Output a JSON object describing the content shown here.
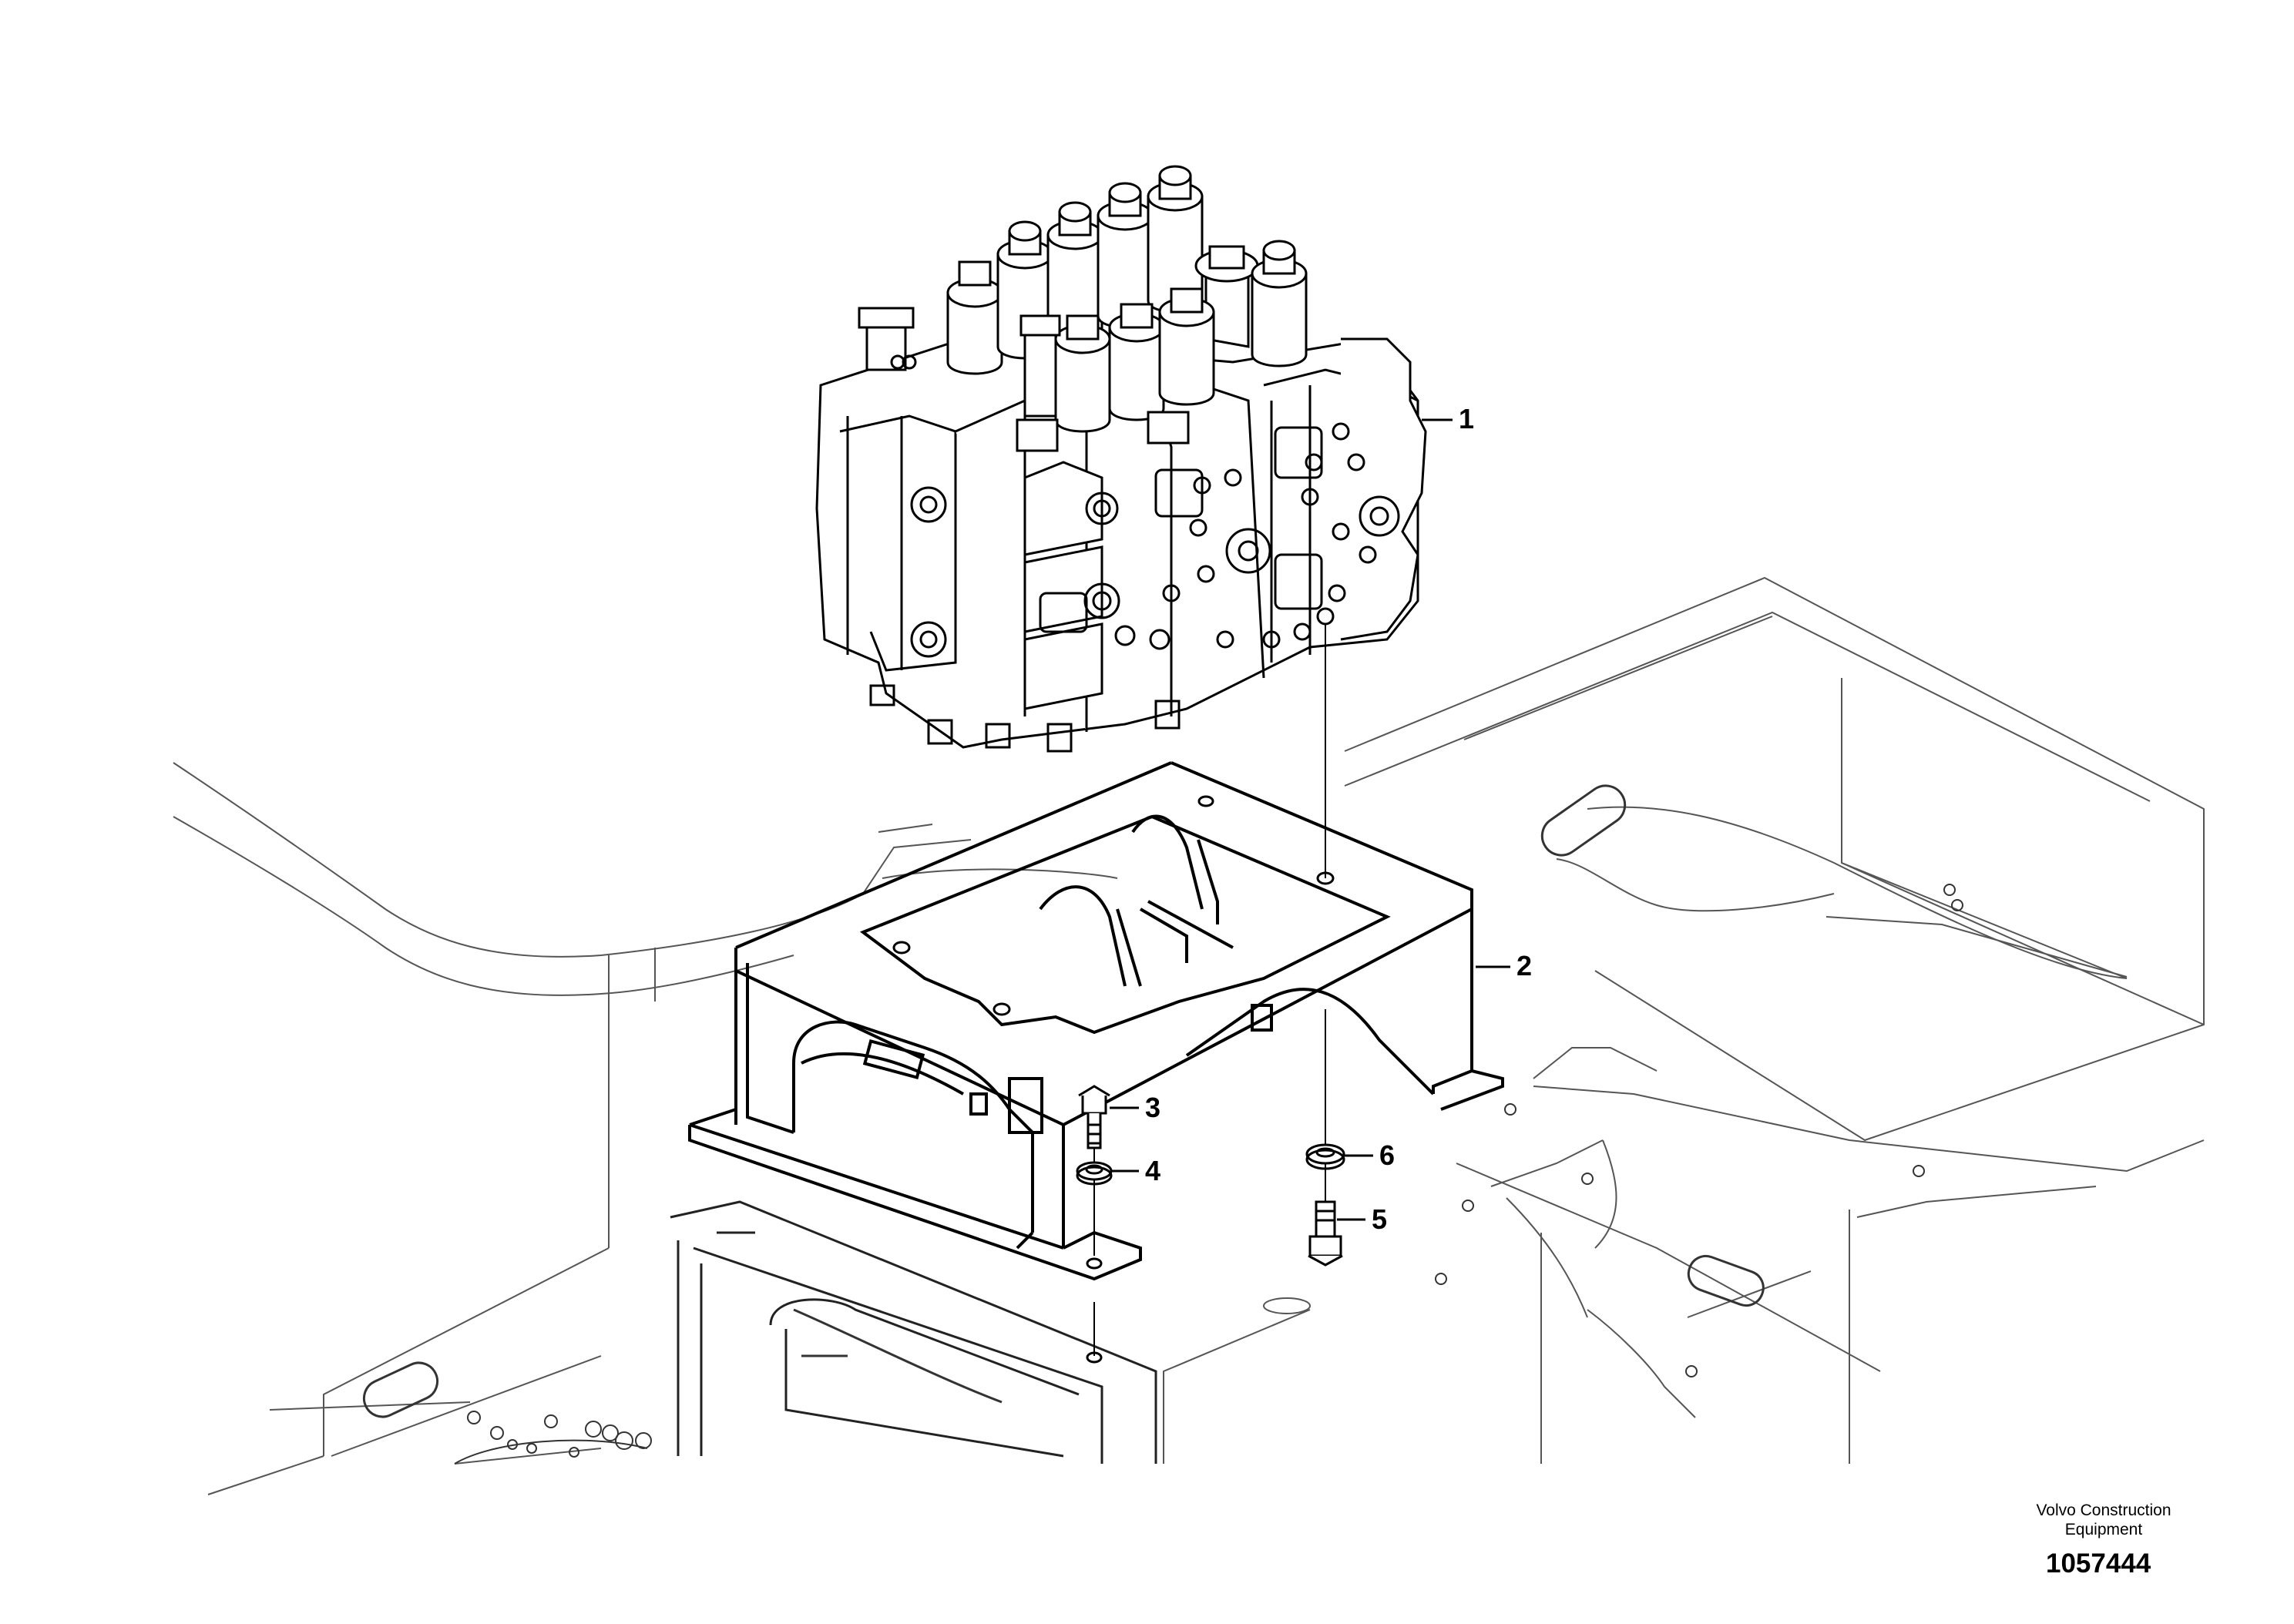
{
  "callouts": {
    "c1": "1",
    "c2": "2",
    "c3": "3",
    "c4": "4",
    "c5": "5",
    "c6": "6"
  },
  "brand": {
    "line1": "Volvo Construction",
    "line2": "Equipment"
  },
  "figure_number": "1057444",
  "colors": {
    "stroke": "#000000",
    "background": "#ffffff",
    "frame_stroke": "#555555"
  }
}
